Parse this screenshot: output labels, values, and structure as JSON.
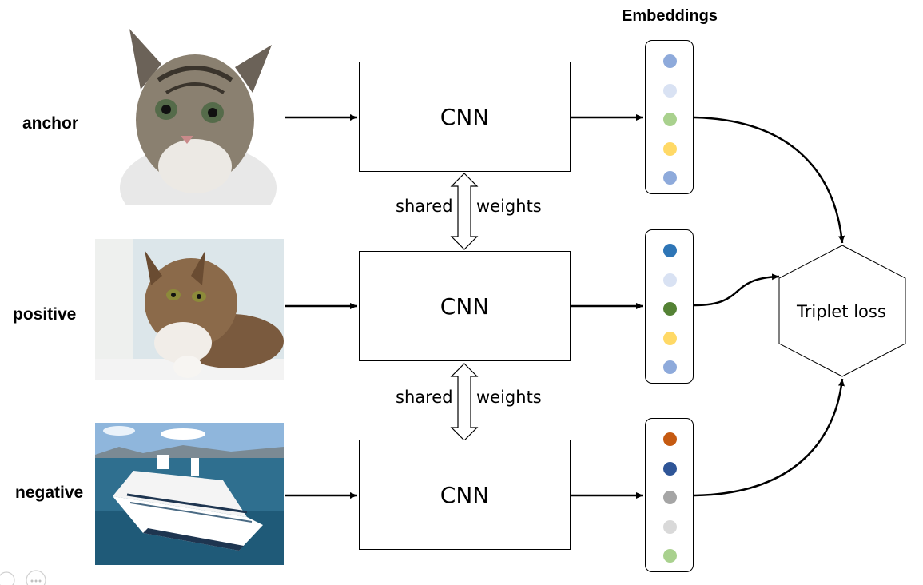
{
  "heading": "Embeddings",
  "rows": [
    {
      "label": "anchor",
      "cnn": "CNN"
    },
    {
      "label": "positive",
      "cnn": "CNN"
    },
    {
      "label": "negative",
      "cnn": "CNN"
    }
  ],
  "shared": [
    {
      "left": "shared",
      "right": "weights"
    },
    {
      "left": "shared",
      "right": "weights"
    }
  ],
  "loss_label": "Triplet loss",
  "embeddings": [
    [
      "#8eaadb",
      "#d9e2f3",
      "#a9d18e",
      "#ffd966",
      "#8eaadb"
    ],
    [
      "#2e75b6",
      "#d9e2f3",
      "#548235",
      "#ffd966",
      "#8eaadb"
    ],
    [
      "#c55a11",
      "#2f5597",
      "#a5a5a5",
      "#d9d9d9",
      "#a9d18e"
    ]
  ],
  "images": [
    "cat-photo",
    "kitten-photo",
    "cruise-ship-photo"
  ]
}
